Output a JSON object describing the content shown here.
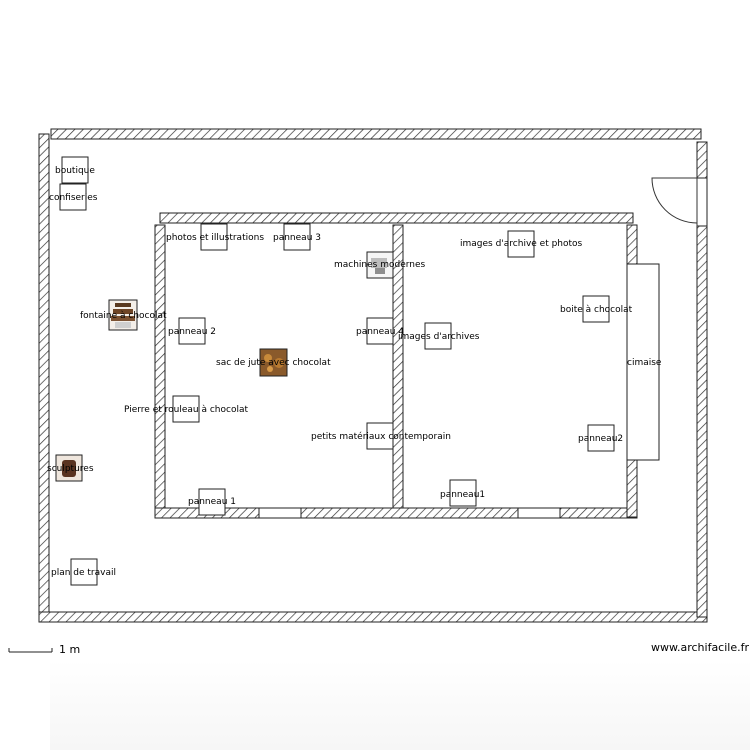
{
  "scale_label": "1 m",
  "watermark": "www.archifacile.fr",
  "labels": {
    "boutique": "boutique",
    "confiseries": "confiseries",
    "fontaine": "fontaine à chocolat",
    "sculptures": "sculptures",
    "plan_travail": "plan de travail",
    "photos_illustrations": "photos et illustrations",
    "panneau3": "panneau 3",
    "machines": "machines modernes",
    "panneau2_left": "panneau 2",
    "panneau4": "panneau 4",
    "sac_jute": "sac de jute avec chocolat",
    "pierre": "Pierre et rouleau à chocolat",
    "petits_materiaux": "petits matériaux contemporain",
    "panneau1_left": "panneau 1",
    "images_archive_photos": "images d'archive et photos",
    "boite": "boite à chocolat",
    "images_archives": "images d'archives",
    "cimaise": "cimaise",
    "panneau2_right": "panneau2",
    "panneau1_right": "panneau1"
  }
}
